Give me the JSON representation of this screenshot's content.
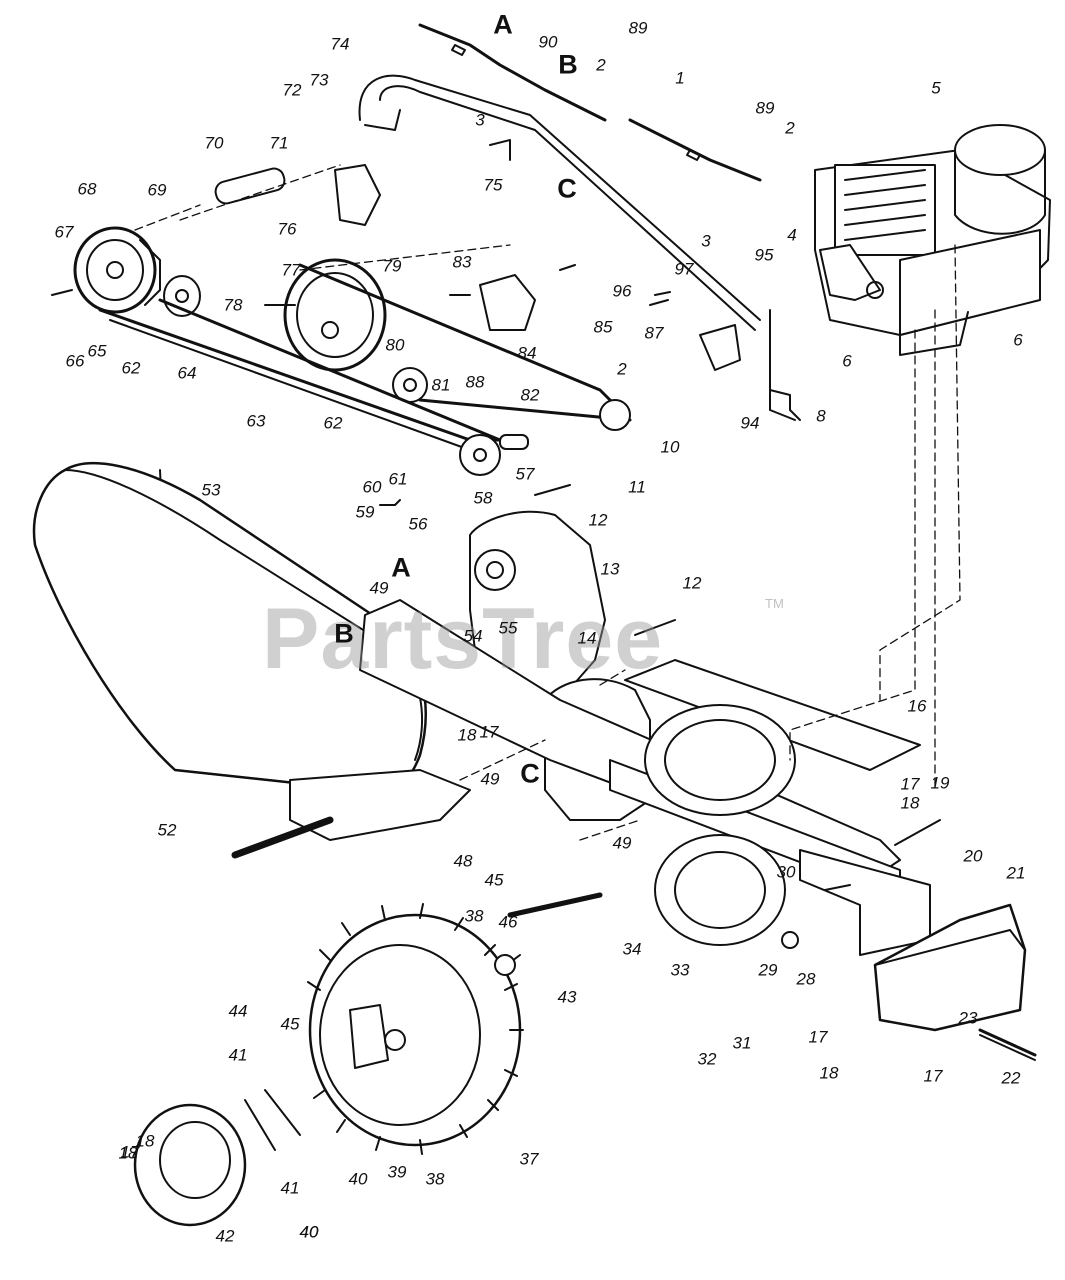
{
  "watermark": {
    "text": "PartsTree",
    "trademark": "TM"
  },
  "callouts": [
    "A",
    "90",
    "89",
    "74",
    "B",
    "72",
    "73",
    "2",
    "1",
    "3",
    "89",
    "5",
    "70",
    "71",
    "75",
    "2",
    "68",
    "69",
    "76",
    "C",
    "3",
    "67",
    "77",
    "79",
    "83",
    "96",
    "97",
    "95",
    "4",
    "6",
    "6",
    "78",
    "80",
    "85",
    "87",
    "66",
    "65",
    "62",
    "64",
    "81",
    "88",
    "84",
    "2",
    "82",
    "94",
    "8",
    "63",
    "62",
    "10",
    "57",
    "11",
    "53",
    "61",
    "60",
    "58",
    "59",
    "12",
    "56",
    "A",
    "13",
    "12",
    "49",
    "B",
    "54",
    "55",
    "14",
    "16",
    "52",
    "18",
    "17",
    "C",
    "49",
    "17",
    "18",
    "19",
    "48",
    "49",
    "20",
    "30",
    "45",
    "21",
    "38",
    "46",
    "34",
    "33",
    "29",
    "28",
    "43",
    "32",
    "31",
    "17",
    "44",
    "45",
    "18",
    "17",
    "23",
    "22",
    "41",
    "18",
    "40",
    "37",
    "39",
    "38",
    "41",
    "40",
    "18",
    "17",
    "42",
    "40"
  ]
}
